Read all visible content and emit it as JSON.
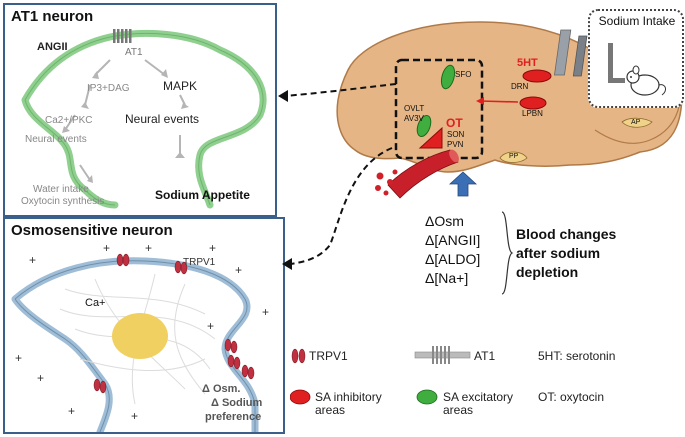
{
  "panels": {
    "at1": {
      "title": "AT1 neuron",
      "ligand": "ANGII",
      "receptor": "AT1",
      "pathway_left": [
        "IP3+DAG",
        "Ca2+/PKC",
        "Neural events"
      ],
      "pathway_right": [
        "MAPK",
        "Neural events"
      ],
      "outcome_left": [
        "Water intake",
        "Oxytocin synthesis"
      ],
      "outcome_right": "Sodium Appetite"
    },
    "osmo": {
      "title": "Osmosensitive neuron",
      "channel": "TRPV1",
      "ion": "Ca+",
      "plus_sign": "+",
      "stimuli": [
        "Δ Osm.",
        "Δ Sodium",
        "preference"
      ]
    }
  },
  "brain": {
    "inset_title": "Sodium Intake",
    "nuclei": {
      "sfo": "SFO",
      "ht5": "5HT",
      "drn": "DRN",
      "ovlt": "OVLT",
      "av3v": "AV3V",
      "ot": "OT",
      "son": "SON",
      "pvn": "PVN",
      "lpbn": "LPBN",
      "ap": "AP",
      "pp": "PP"
    }
  },
  "blood_changes": {
    "items": [
      "ΔOsm",
      "Δ[ANGII]",
      "Δ[ALDO]",
      "Δ[Na+]"
    ],
    "label": [
      "Blood changes",
      "after sodium",
      "depletion"
    ]
  },
  "legend": {
    "trpv1": "TRPV1",
    "at1": "AT1",
    "ht5": "5HT: serotonin",
    "inhibitory": [
      "SA inhibitory",
      "areas"
    ],
    "excitatory": [
      "SA excitatory",
      "areas"
    ],
    "ot": "OT: oxytocin"
  },
  "colors": {
    "panel_border": "#3a5f8a",
    "at1_membrane": "#8fd08f",
    "osmo_membrane": "#9fbdd6",
    "brain": "#e6b585",
    "inhibitory": "#e02020",
    "excitatory": "#3fae3f",
    "nucleus_cell": "#f0d060",
    "arrow_blue": "#3a6fb5"
  }
}
